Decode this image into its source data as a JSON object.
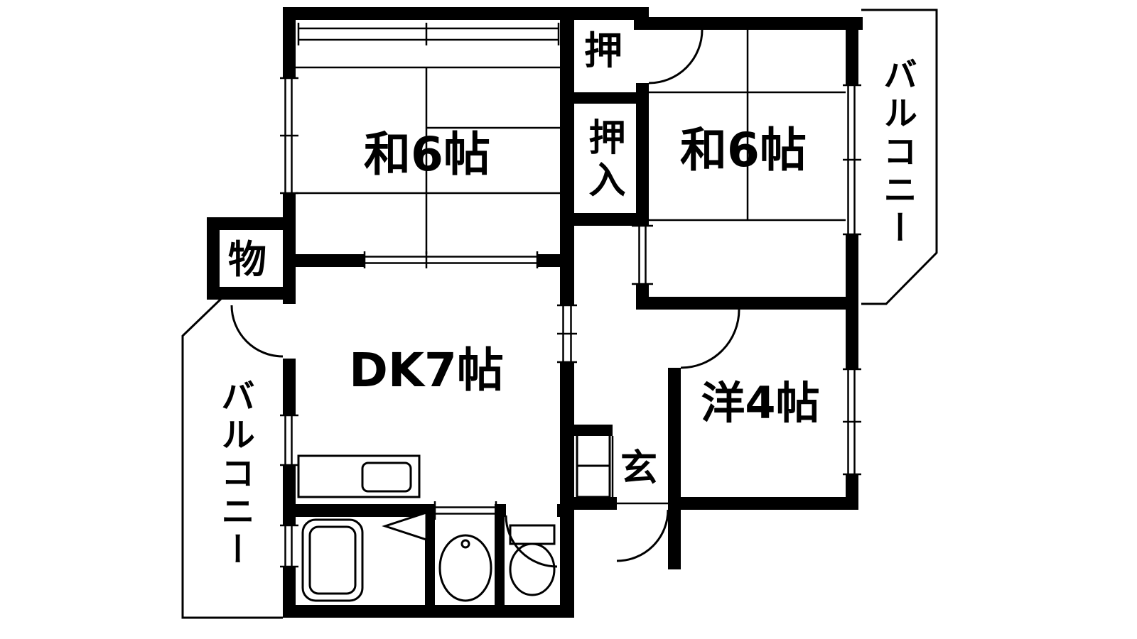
{
  "floorplan": {
    "type": "apartment-floorplan",
    "colors": {
      "wall": "#000000",
      "background": "#ffffff",
      "line": "#000000"
    },
    "rooms": {
      "washitsu_left": "和6帖",
      "washitsu_right": "和6帖",
      "dk": "DK7帖",
      "western": "洋4帖",
      "closet_top": "押",
      "closet": "押入",
      "storage": "物",
      "entrance": "玄",
      "balcony_right": "バルコニー",
      "balcony_left": "バルコニー"
    }
  }
}
